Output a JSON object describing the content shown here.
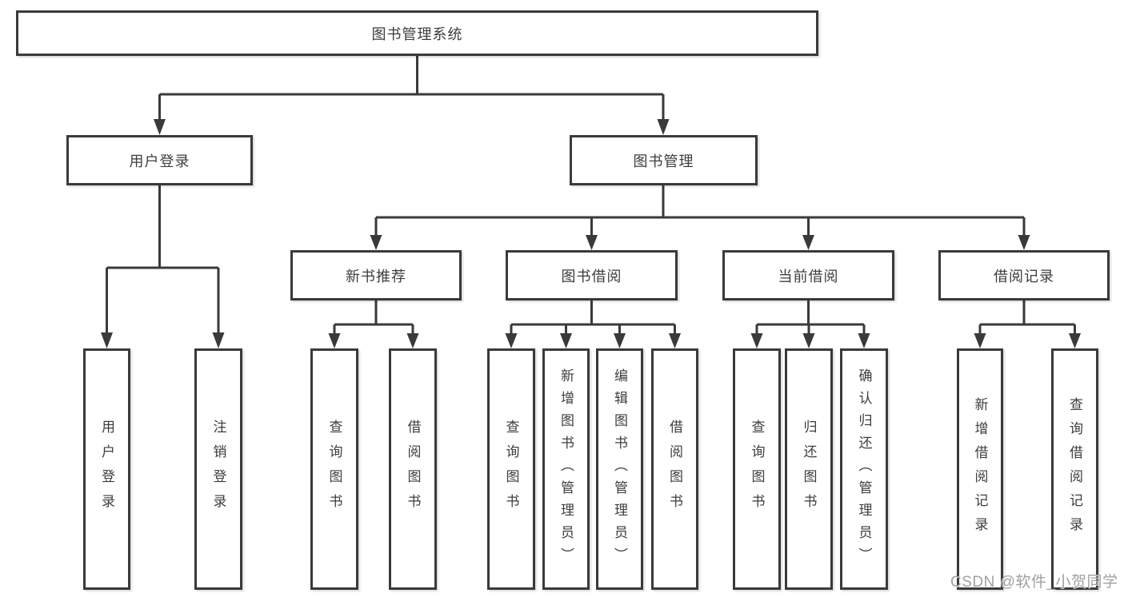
{
  "tree": {
    "root": "图书管理系统",
    "branches": {
      "user_login": "用户登录",
      "book_management": "图书管理"
    },
    "modules": {
      "new_book_recommend": "新书推荐",
      "book_borrow": "图书借阅",
      "current_borrow": "当前借阅",
      "borrow_records": "借阅记录"
    },
    "leaves": {
      "login": [
        "用户登录",
        "注销登录"
      ],
      "recommend": [
        "查询图书",
        "借阅图书"
      ],
      "borrow": [
        "查询图书",
        "新增图书（管理员）",
        "编辑图书（管理员）",
        "借阅图书"
      ],
      "current": [
        "查询图书",
        "归还图书",
        "确认归还（管理员）"
      ],
      "records": [
        "新增借阅记录",
        "查询借阅记录"
      ]
    }
  },
  "watermark": "CSDN @软件_小贺同学",
  "colors": {
    "line": "#3a3a3a",
    "text": "#3d3d3d",
    "watermark": "#a0a0a0",
    "background": "#ffffff"
  }
}
